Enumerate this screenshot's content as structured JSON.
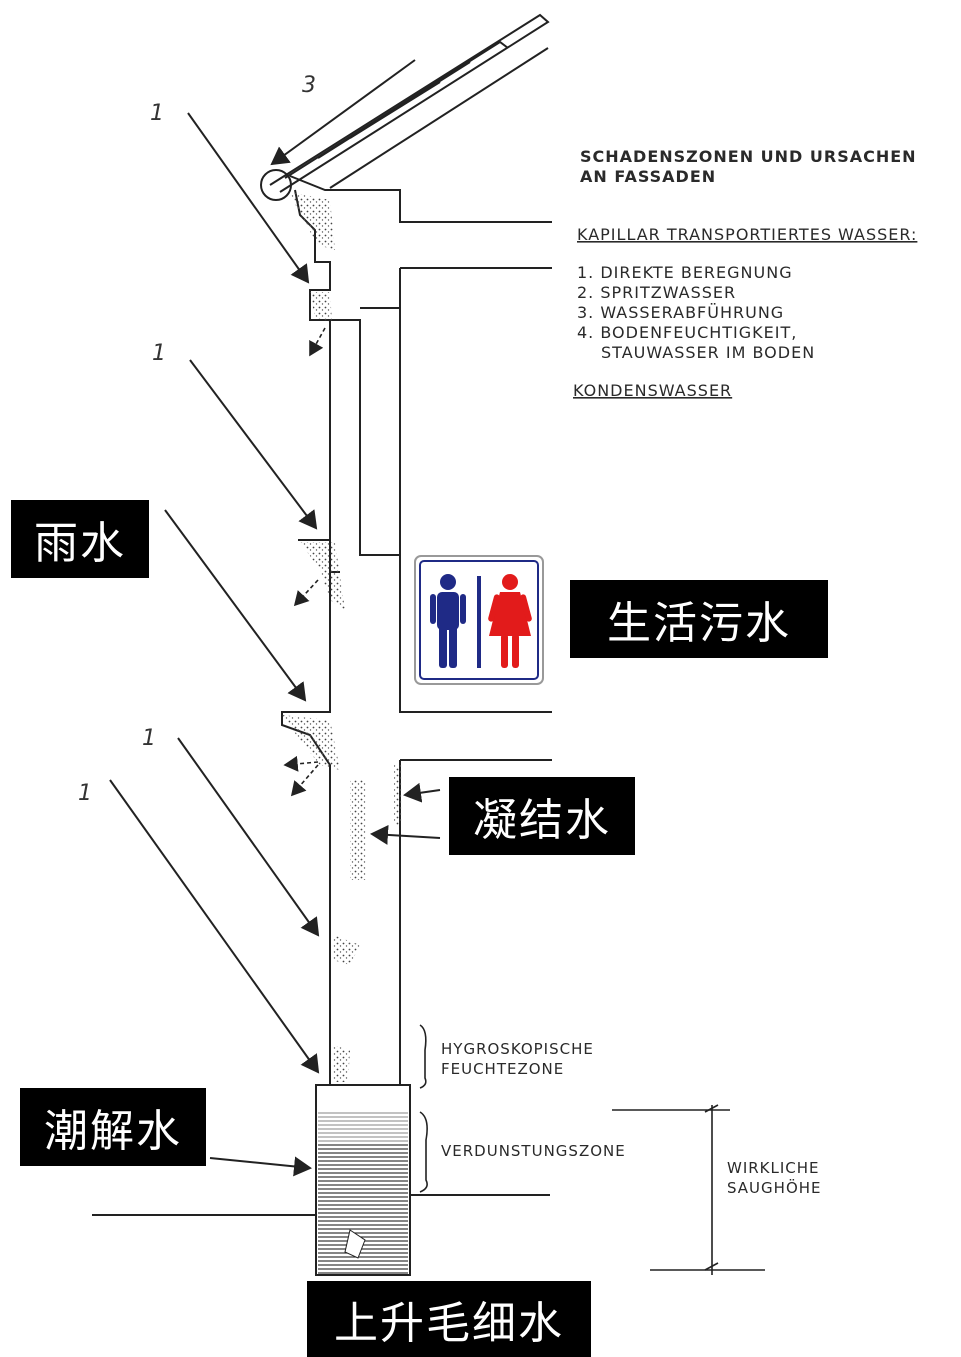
{
  "header": {
    "title": "SCHADENSZONEN UND URSACHEN AN FASSADEN",
    "title_line1": "SCHADENSZONEN UND URSACHEN",
    "title_line2": "AN FASSADEN"
  },
  "legend": {
    "capillary_heading": "KAPILLAR TRANSPORTIERTES WASSER:",
    "items": [
      "1. DIREKTE BEREGNUNG",
      "2. SPRITZWASSER",
      "3. WASSERABFÜHRUNG",
      "4. BODENFEUCHTIGKEIT,",
      "STAUWASSER IM BODEN"
    ],
    "condensate_heading": "KONDENSWASSER"
  },
  "zones": {
    "hygro_line1": "HYGROSKOPISCHE",
    "hygro_line2": "FEUCHTEZONE",
    "evap": "VERDUNSTUNGSZONE",
    "suction_line1": "WIRKLICHE",
    "suction_line2": "SAUGHÖHE"
  },
  "markers": {
    "three": "3",
    "one": "1"
  },
  "overlay_labels": {
    "rain": "雨水",
    "sewage": "生活污水",
    "condensation": "凝结水",
    "hygroscopic": "潮解水",
    "rising_capillary": "上升毛细水"
  },
  "colors": {
    "label_bg": "#000000",
    "label_text": "#ffffff",
    "sign_male": "#1f2a86",
    "sign_female": "#e21b1b",
    "line": "#222222"
  },
  "icons": {
    "restroom_sign": "male-female-restroom-icon"
  }
}
